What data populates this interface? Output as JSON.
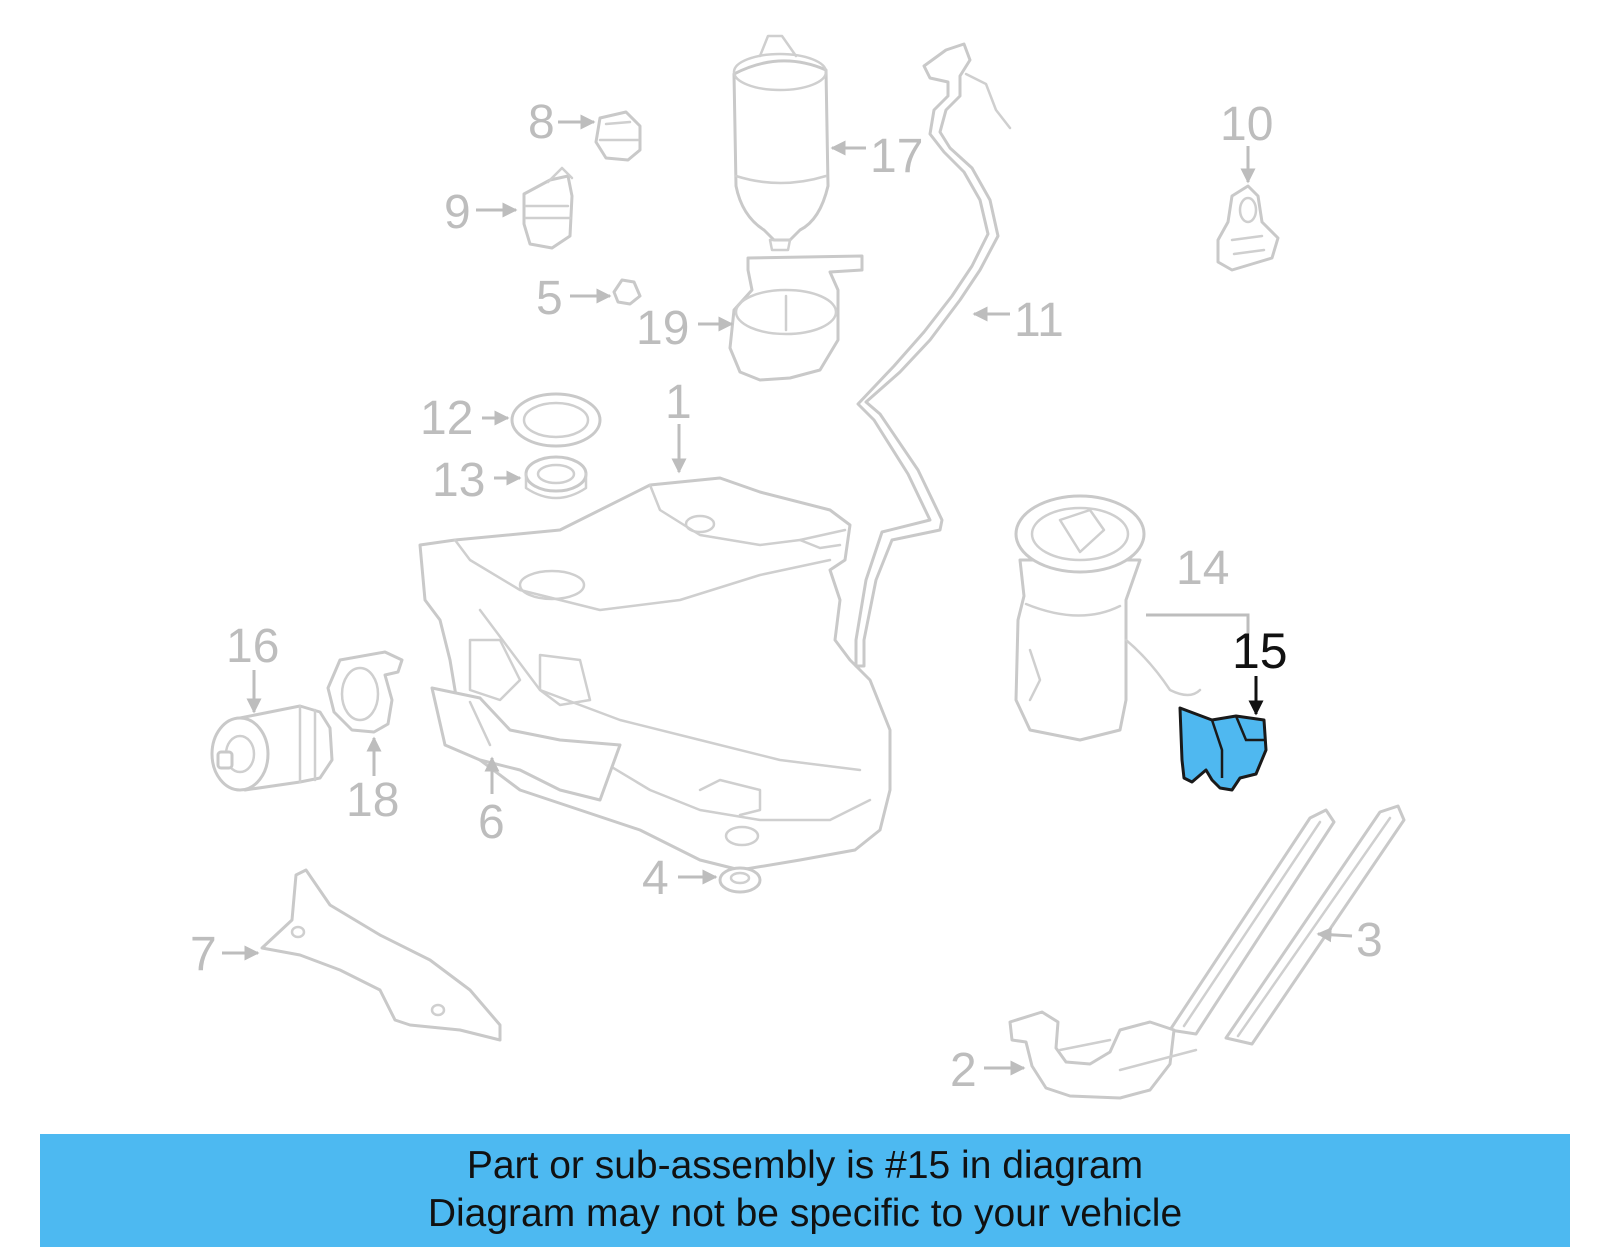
{
  "diagram": {
    "highlight_color": "#4fb8f0",
    "highlighted_callout": "15",
    "callouts": [
      {
        "id": "c1",
        "label": "1"
      },
      {
        "id": "c2",
        "label": "2"
      },
      {
        "id": "c3",
        "label": "3"
      },
      {
        "id": "c4",
        "label": "4"
      },
      {
        "id": "c5",
        "label": "5"
      },
      {
        "id": "c6",
        "label": "6"
      },
      {
        "id": "c7",
        "label": "7"
      },
      {
        "id": "c8",
        "label": "8"
      },
      {
        "id": "c9",
        "label": "9"
      },
      {
        "id": "c10",
        "label": "10"
      },
      {
        "id": "c11",
        "label": "11"
      },
      {
        "id": "c12",
        "label": "12"
      },
      {
        "id": "c13",
        "label": "13"
      },
      {
        "id": "c14",
        "label": "14"
      },
      {
        "id": "c15",
        "label": "15"
      },
      {
        "id": "c16",
        "label": "16"
      },
      {
        "id": "c17",
        "label": "17"
      },
      {
        "id": "c18",
        "label": "18"
      },
      {
        "id": "c19",
        "label": "19"
      }
    ]
  },
  "banner": {
    "color": "#4db9f1",
    "line1": "Part or sub-assembly is #15 in diagram",
    "line2": "Diagram may not be specific to your vehicle"
  }
}
